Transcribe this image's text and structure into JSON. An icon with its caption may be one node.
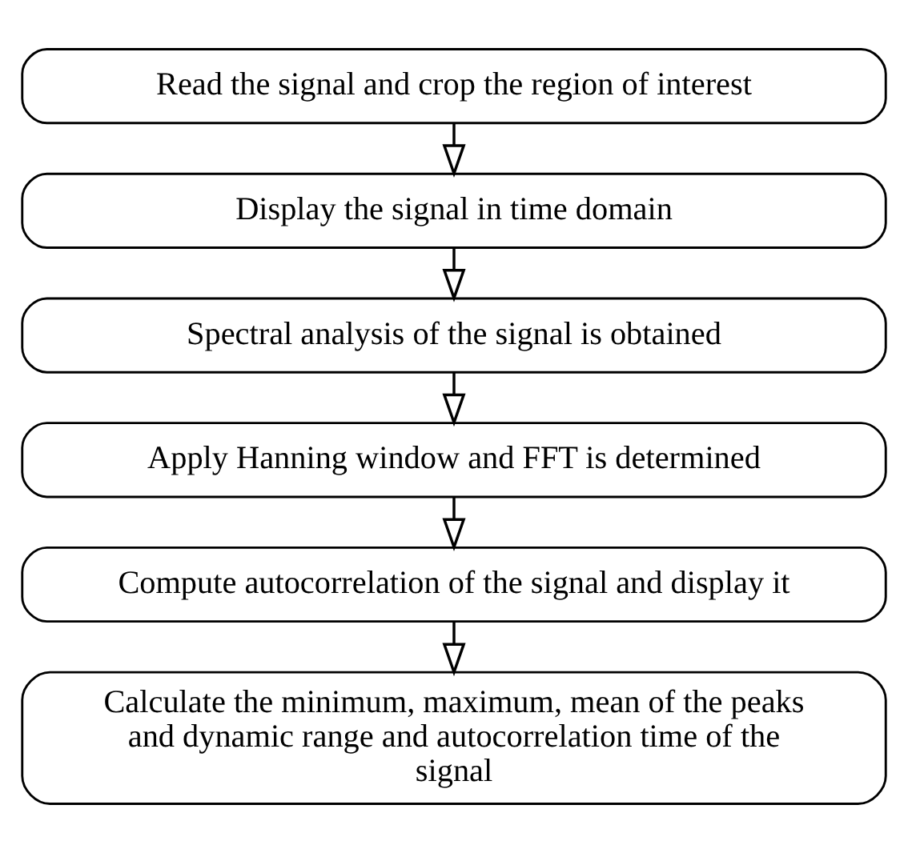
{
  "diagram": {
    "nodes": [
      {
        "text": [
          "Read the signal and crop the region of interest"
        ]
      },
      {
        "text": [
          "Display the signal in time domain"
        ]
      },
      {
        "text": [
          "Spectral analysis of the signal is obtained"
        ]
      },
      {
        "text": [
          "Apply Hanning window and FFT is determined"
        ]
      },
      {
        "text": [
          "Compute autocorrelation of the signal and display it"
        ]
      },
      {
        "text": [
          "Calculate the minimum, maximum, mean of the peaks and dynamic range and autocorrelation time of the signal"
        ]
      }
    ],
    "edges": [
      {
        "from": 0,
        "to": 1,
        "arrow": "to"
      },
      {
        "from": 1,
        "to": 2,
        "arrow": "to"
      },
      {
        "from": 2,
        "to": 3,
        "arrow": "to"
      },
      {
        "from": 3,
        "to": 4,
        "arrow": "to"
      },
      {
        "from": 4,
        "to": 5,
        "arrow": "to"
      }
    ]
  }
}
